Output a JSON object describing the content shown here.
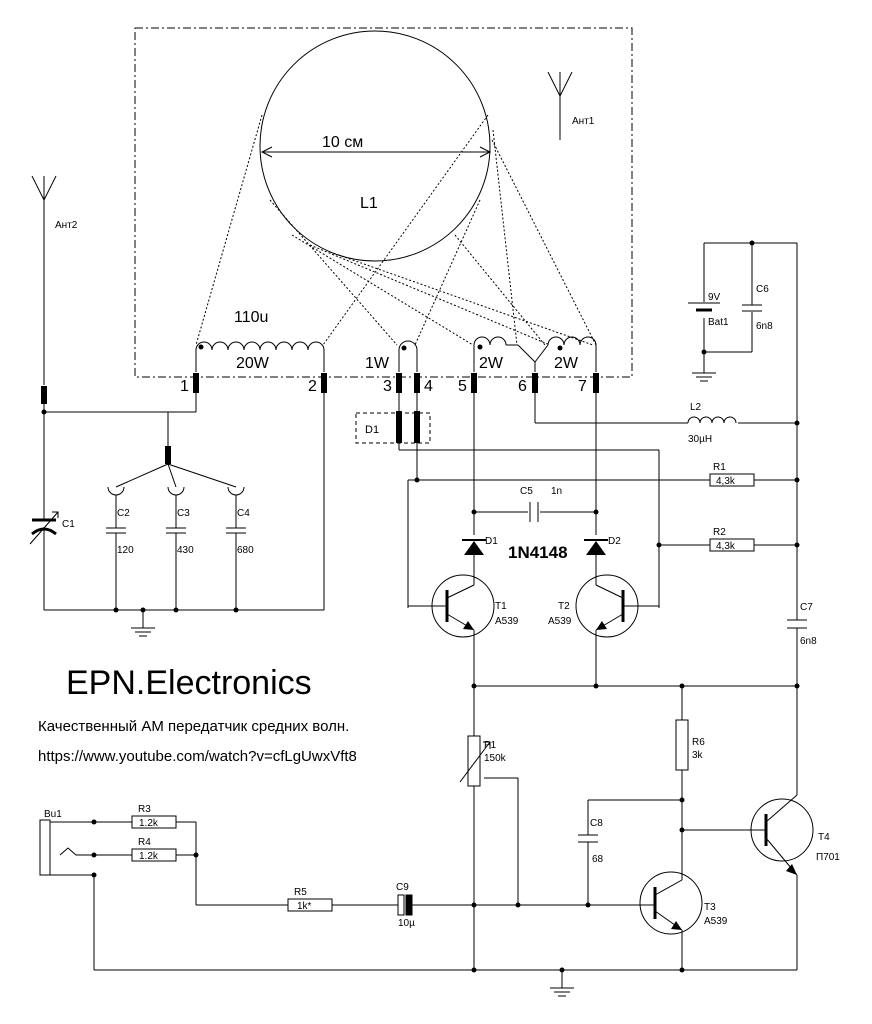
{
  "coil_box": {
    "diameter": "10 см",
    "coil_name": "L1",
    "primary_turns": "110u",
    "primary_wire": "20W",
    "tap_34": "1W",
    "tap_5": "2W",
    "tap_67": "2W",
    "pins": [
      "1",
      "2",
      "3",
      "4",
      "5",
      "6",
      "7"
    ]
  },
  "antennas": {
    "ant1": "Ант1",
    "ant2": "Ант2"
  },
  "components": {
    "c1": "C1",
    "c2": "C2",
    "c2_val": "120",
    "c3": "C3",
    "c3_val": "430",
    "c4": "C4",
    "c4_val": "680",
    "d1_box": "D1",
    "c5": "C5",
    "c5_val": "1n",
    "diode_d1": "D1",
    "diode_d2": "D2",
    "diode_type": "1N4148",
    "t1": "T1",
    "t1_type": "A539",
    "t2": "T2",
    "t2_type": "A539",
    "bat": "9V",
    "bat_name": "Bat1",
    "c6": "C6",
    "c6_val": "6n8",
    "l2": "L2",
    "l2_val": "30µH",
    "r1": "R1",
    "r1_val": "4,3k",
    "r2": "R2",
    "r2_val": "4,3k",
    "c7": "C7",
    "c7_val": "6n8",
    "p1": "P1",
    "p1_val": "150k",
    "r6": "R6",
    "r6_val": "3k",
    "c8": "C8",
    "c8_val": "68",
    "t3": "T3",
    "t3_type": "A539",
    "t4": "T4",
    "t4_type": "П701",
    "bu1": "Bu1",
    "r3": "R3",
    "r3_val": "1.2k",
    "r4": "R4",
    "r4_val": "1.2k",
    "r5": "R5",
    "r5_val": "1k*",
    "c9": "C9",
    "c9_val": "10µ"
  },
  "brand": "EPN.Electronics",
  "caption_line1": "Качественный АМ передатчик средних волн.",
  "caption_line2": "https://www.youtube.com/watch?v=cfLgUwxVft8"
}
